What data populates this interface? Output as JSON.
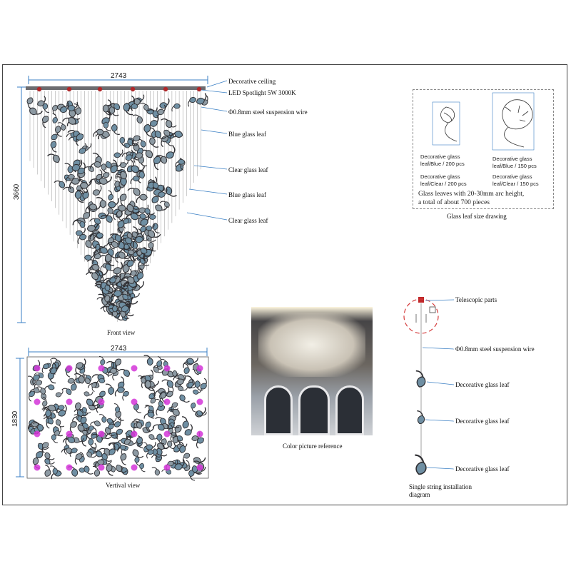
{
  "front_view": {
    "width_label": "2743",
    "height_label": "3660",
    "caption": "Front view",
    "callouts": [
      "Decorative ceiling",
      "LED Spotlight 5W 3000K",
      "Φ0.8mm steel suspension wire",
      "Blue glass leaf",
      "Clear glass leaf",
      "Blue glass leaf",
      "Clear glass leaf"
    ]
  },
  "vertical_view": {
    "width_label": "2743",
    "height_label": "1830",
    "caption": "Vertival view"
  },
  "photo": {
    "caption": "Color picture reference"
  },
  "leaf_sizes": {
    "small_blue": "Decorative glass\nleaf/Blue / 200 pcs",
    "small_clear": "Decorative glass\nleaf/Clear / 200 pcs",
    "large_blue": "Decorative glass\nleaf/Blue / 150 pcs",
    "large_clear": "Decorative glass\nleaf/Clear / 150 pcs",
    "note": "Glass leaves with 20-30mm arc height,\na total of about 700 pieces",
    "caption": "Glass leaf size drawing"
  },
  "single_string": {
    "callouts": [
      "Telescopic parts",
      "Φ0.8mm steel suspension wire",
      "Decorative glass leaf",
      "Decorative glass leaf",
      "Decorative glass leaf"
    ],
    "caption": "Single string installation\ndiagram"
  },
  "colors": {
    "leaf_dark": "#2f2f33",
    "leaf_blue": "#6f8fa3",
    "spot_red": "#b0282a",
    "spot_magenta": "#d335d8",
    "dim_line": "#3a7fc4"
  }
}
